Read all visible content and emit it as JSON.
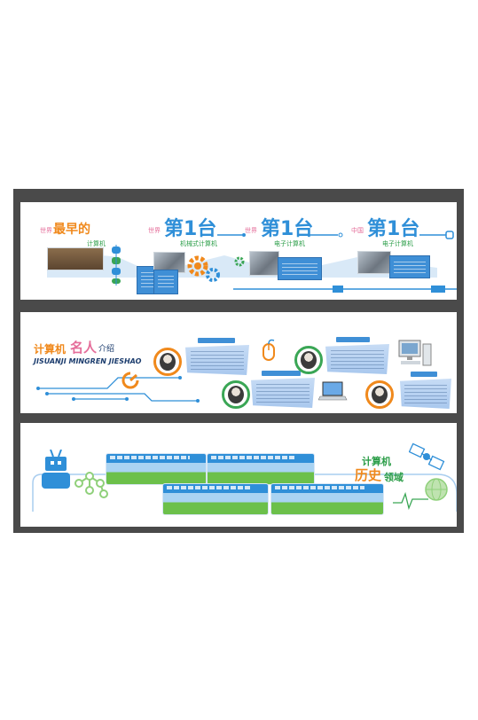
{
  "panel1": {
    "earliest": {
      "prefix": "世界",
      "big": "最早的",
      "suffix": "计算机"
    },
    "mechanical": {
      "prefix": "世界",
      "first": "第1台",
      "suffix": "机械式计算机"
    },
    "electronic": {
      "prefix": "世界",
      "first": "第1台",
      "suffix": "电子计算机"
    },
    "china": {
      "prefix": "中国",
      "first": "第1台",
      "suffix": "电子计算机"
    }
  },
  "panel2": {
    "title_a": "计算机",
    "title_b": "名人",
    "title_c": "介绍",
    "pinyin": "JISUANJI MINGREN JIESHAO"
  },
  "panel3": {
    "title_a": "计算机",
    "title_b": "历史",
    "title_c": "领域"
  },
  "colors": {
    "frame": "#4a4a4a",
    "accent_blue": "#2f8fd8",
    "accent_green": "#2a9d47",
    "accent_orange": "#f0891c",
    "accent_pink": "#e56e9a"
  },
  "icons": [
    "gear-icon",
    "mouse-icon",
    "laptop-icon",
    "desktop-computer-icon",
    "robot-icon",
    "molecule-icon",
    "satellite-icon",
    "globe-icon",
    "battery-icon",
    "power-icon"
  ]
}
